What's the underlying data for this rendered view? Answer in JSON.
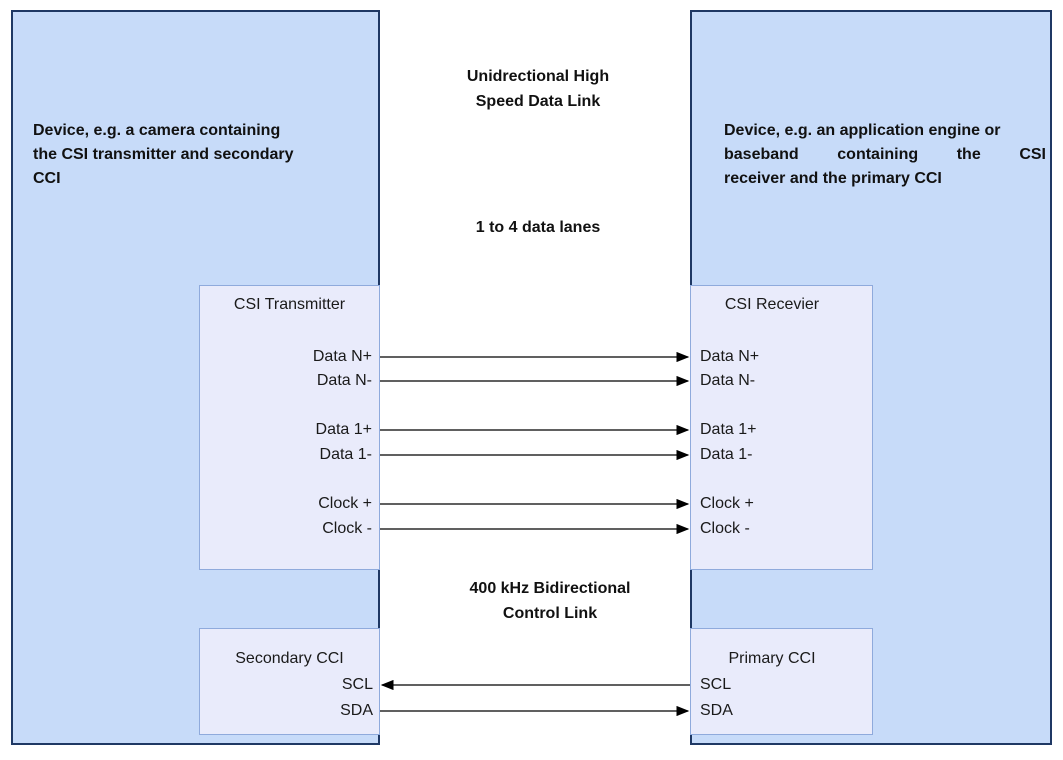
{
  "left_device": {
    "description_lines": [
      "Device, e.g. a camera containing",
      "the CSI transmitter and secondary",
      "CCI"
    ]
  },
  "right_device": {
    "description_lines": [
      "Device, e.g. an application engine or",
      "baseband containing the",
      "CSI",
      "receiver and the primary CCI"
    ]
  },
  "links": {
    "data_link_lines": [
      "Unidrectional High",
      "Speed Data Link"
    ],
    "lanes_label": "1 to 4 data lanes",
    "control_link_lines": [
      "400 kHz Bidirectional",
      "Control Link"
    ]
  },
  "transmitter": {
    "title": "CSI Transmitter",
    "signals": [
      "Data N+",
      "Data N-",
      "Data 1+",
      "Data 1-",
      "Clock +",
      "Clock -"
    ]
  },
  "receiver": {
    "title": "CSI Recevier",
    "signals": [
      "Data N+",
      "Data N-",
      "Data 1+",
      "Data 1-",
      "Clock +",
      "Clock -"
    ]
  },
  "secondary_cci": {
    "title": "Secondary CCI",
    "signals": [
      "SCL",
      "SDA"
    ]
  },
  "primary_cci": {
    "title": "Primary CCI",
    "signals": [
      "SCL",
      "SDA"
    ]
  },
  "connections": [
    {
      "signal": "Data N+",
      "direction": "left-to-right"
    },
    {
      "signal": "Data N-",
      "direction": "left-to-right"
    },
    {
      "signal": "Data 1+",
      "direction": "left-to-right"
    },
    {
      "signal": "Data 1-",
      "direction": "left-to-right"
    },
    {
      "signal": "Clock +",
      "direction": "left-to-right"
    },
    {
      "signal": "Clock -",
      "direction": "left-to-right"
    },
    {
      "signal": "SCL",
      "direction": "right-to-left"
    },
    {
      "signal": "SDA",
      "direction": "left-to-right"
    }
  ],
  "colors": {
    "device_fill": "#c7dbf9",
    "device_border": "#1f3864",
    "module_fill": "#e9ebfb",
    "module_border": "#8faadc",
    "wire": "#000000",
    "text": "#111111"
  }
}
